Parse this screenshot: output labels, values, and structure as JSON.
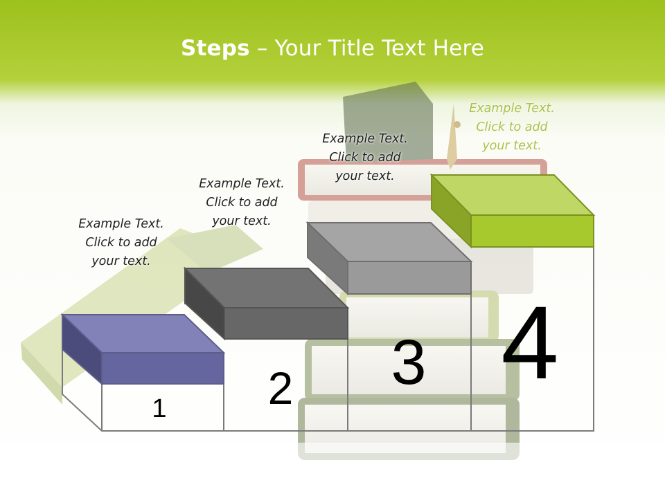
{
  "title": {
    "strong": "Steps",
    "rest": " – Your Title Text Here"
  },
  "steps": [
    {
      "number": "1",
      "text": [
        "Example Text.",
        "Click  to add",
        "your text."
      ],
      "color": "#6a6aa6"
    },
    {
      "number": "2",
      "text": [
        "Example Text.",
        "Click  to add",
        "your text."
      ],
      "color": "#6c6c6c"
    },
    {
      "number": "3",
      "text": [
        "Example Text.",
        "Click  to add",
        "your text."
      ],
      "color": "#9a9a9a"
    },
    {
      "number": "4",
      "text": [
        "Example Text.",
        "Click  to add",
        "your text."
      ],
      "color": "#a8c92e"
    }
  ]
}
